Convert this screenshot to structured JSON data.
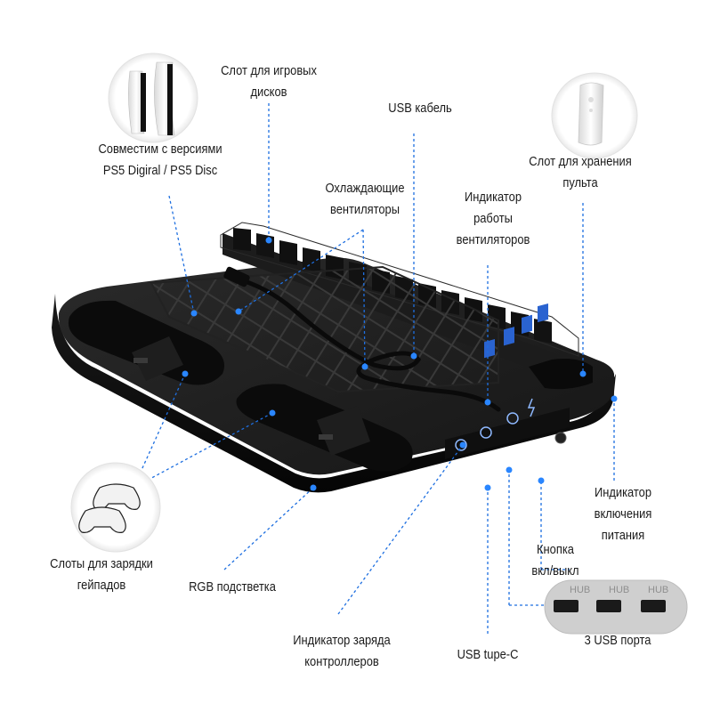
{
  "labels": {
    "disc_slot": [
      "Слот для игровых",
      "дисков"
    ],
    "usb_cable": [
      "USB кабель"
    ],
    "compat": [
      "Совместим с версиями",
      "PS5 Digiral / PS5 Disc"
    ],
    "fans": [
      "Охлаждающие",
      "вентиляторы"
    ],
    "fan_indicator": [
      "Индикатор",
      "работы",
      "вентиляторов"
    ],
    "remote_slot": [
      "Слот для хранения",
      "пульта"
    ],
    "power_indicator": [
      "Индикатор",
      "включения",
      "питания"
    ],
    "power_button": [
      "Кнопка",
      "вкл/выкл"
    ],
    "gamepad_slots": [
      "Слоты для зарядки",
      "гейпадов"
    ],
    "rgb": [
      "RGB подстветка"
    ],
    "usb_ports": [
      "3 USB порта"
    ],
    "charge_indicator": [
      "Индикатор заряда",
      "контроллеров"
    ],
    "usb_c": [
      "USB tupe-C"
    ]
  },
  "hub_text": "HUB",
  "colors": {
    "accent": "#1e6fe0",
    "dot": "#2a86ff",
    "dock": "#141414",
    "text": "#1b1b1b"
  }
}
